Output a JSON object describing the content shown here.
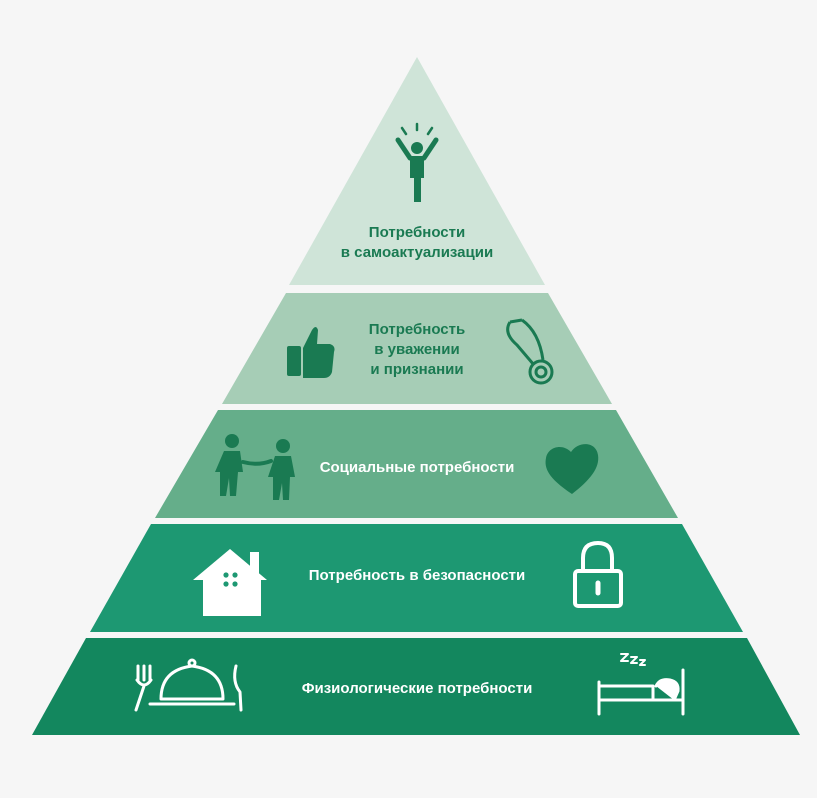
{
  "levels": [
    {
      "id": "self-actualization",
      "lines": [
        "Потребности",
        "в самоактуализации"
      ],
      "fill": "#cfe4d8",
      "text_color": "#1a7a52",
      "icons": [
        "cheering-person-icon"
      ]
    },
    {
      "id": "esteem",
      "lines": [
        "Потребность",
        "в уважении",
        "и признании"
      ],
      "fill": "#a6cdb6",
      "text_color": "#1a7a52",
      "icons": [
        "thumbs-up-icon",
        "medal-icon"
      ]
    },
    {
      "id": "social",
      "lines": [
        "Социальные потребности"
      ],
      "fill": "#65ae8a",
      "text_color": "#ffffff",
      "icons": [
        "holding-hands-icon",
        "heart-icon"
      ]
    },
    {
      "id": "safety",
      "lines": [
        "Потребность в безопасности"
      ],
      "fill": "#1d9872",
      "text_color": "#ffffff",
      "icons": [
        "house-icon",
        "padlock-icon"
      ]
    },
    {
      "id": "physiological",
      "lines": [
        "Физиологические потребности"
      ],
      "fill": "#13875e",
      "text_color": "#ffffff",
      "icons": [
        "fork-cloche-knife-icon",
        "sleeping-bed-icon"
      ]
    }
  ]
}
